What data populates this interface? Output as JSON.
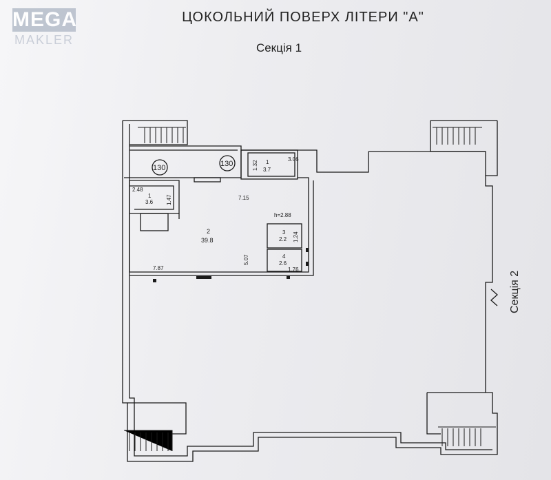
{
  "logo": {
    "main": "MEGA",
    "sub": "MAKLER"
  },
  "header": {
    "title": "ЦОКОЛЬНИЙ ПОВЕРХ  ЛІТЕРИ \"А\"",
    "section": "Секція 1"
  },
  "plan": {
    "side_section": "Секція 2",
    "circle_labels": [
      "130",
      "130"
    ],
    "rooms": [
      {
        "num": "1",
        "area": "3.7"
      },
      {
        "num": "1",
        "area": "3.6"
      },
      {
        "num": "2",
        "area": "39.8"
      },
      {
        "num": "3",
        "area": "2.2"
      },
      {
        "num": "4",
        "area": "2.6"
      }
    ],
    "dimensions": [
      "1.32",
      "3.06",
      "2.48",
      "1.47",
      "7.15",
      "h=2.88",
      "1.24",
      "5.07",
      "7.87",
      "1.76"
    ]
  }
}
